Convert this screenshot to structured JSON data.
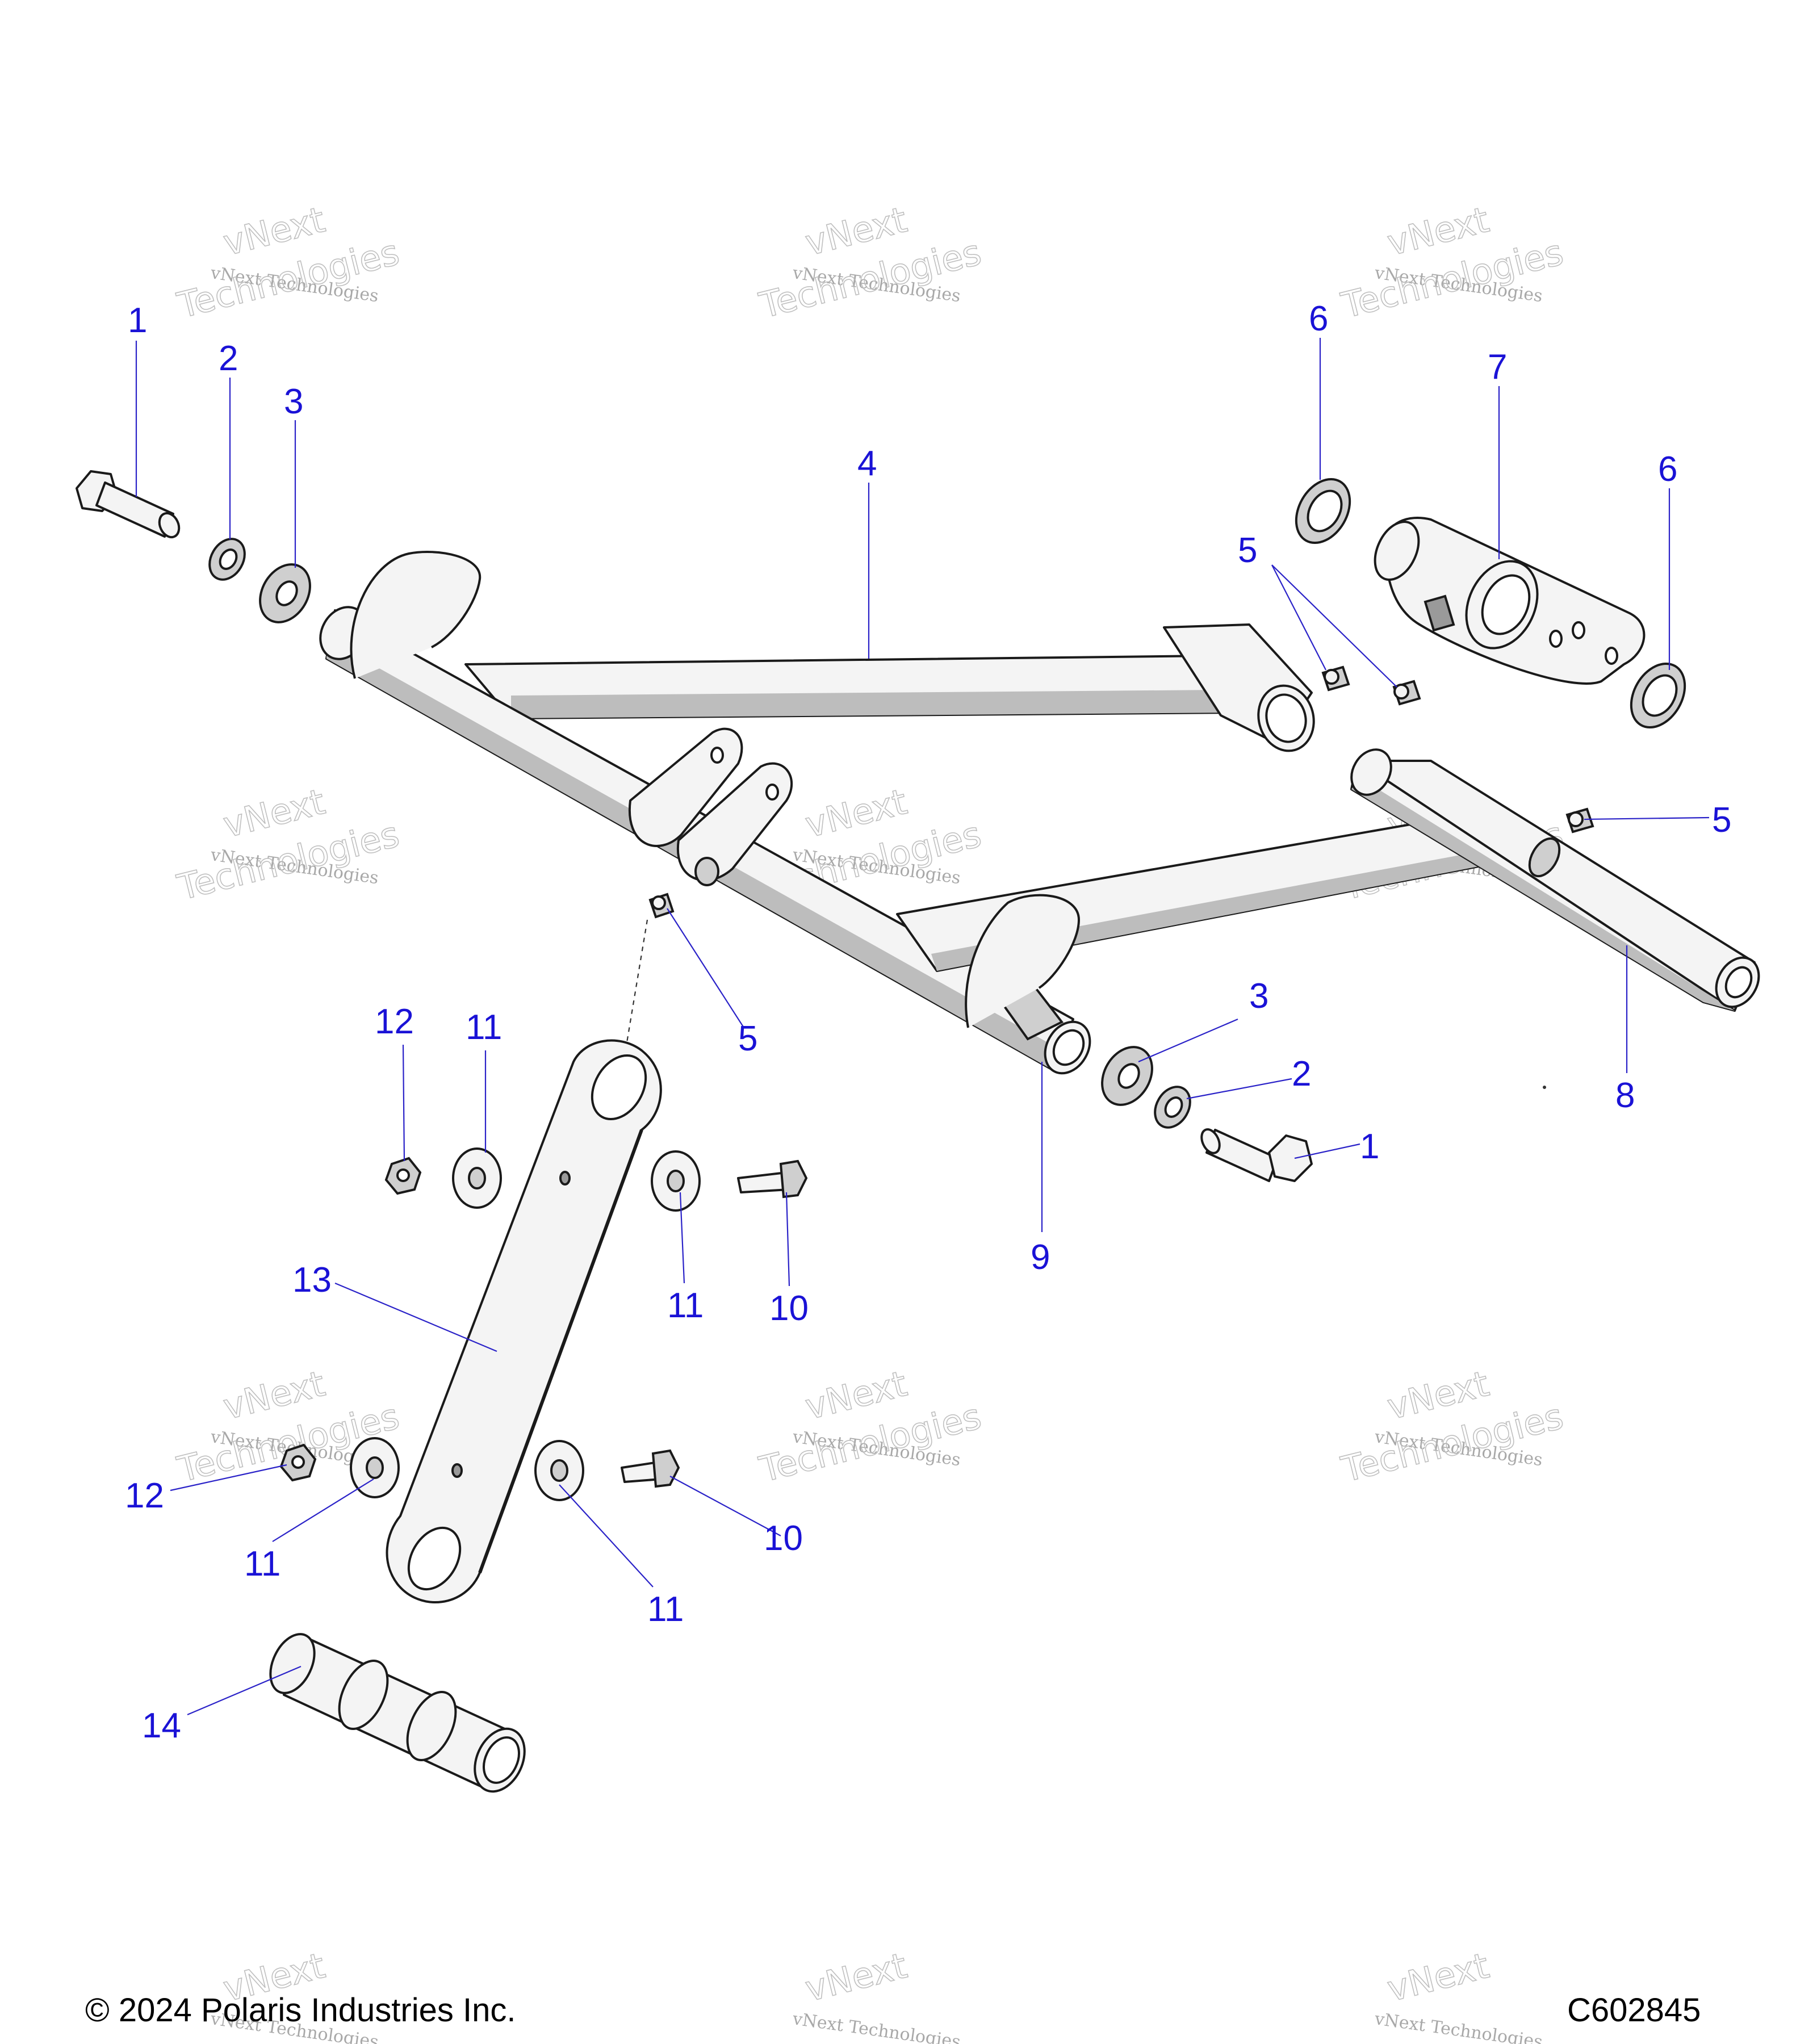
{
  "footer": {
    "copyright": "© 2024 Polaris Industries Inc.",
    "code": "C602845"
  },
  "watermark": {
    "line1": "vNext",
    "line2": "vNext Technologies",
    "line3": "Technologies"
  },
  "callouts": [
    {
      "id": "c1a",
      "label": "1"
    },
    {
      "id": "c2a",
      "label": "2"
    },
    {
      "id": "c3a",
      "label": "3"
    },
    {
      "id": "c4",
      "label": "4"
    },
    {
      "id": "c5a",
      "label": "5"
    },
    {
      "id": "c5b",
      "label": "5"
    },
    {
      "id": "c5c",
      "label": "5"
    },
    {
      "id": "c6a",
      "label": "6"
    },
    {
      "id": "c6b",
      "label": "6"
    },
    {
      "id": "c7",
      "label": "7"
    },
    {
      "id": "c3b",
      "label": "3"
    },
    {
      "id": "c2b",
      "label": "2"
    },
    {
      "id": "c1b",
      "label": "1"
    },
    {
      "id": "c8",
      "label": "8"
    },
    {
      "id": "c9",
      "label": "9"
    },
    {
      "id": "c12a",
      "label": "12"
    },
    {
      "id": "c11a",
      "label": "11"
    },
    {
      "id": "c11b",
      "label": "11"
    },
    {
      "id": "c10a",
      "label": "10"
    },
    {
      "id": "c13",
      "label": "13"
    },
    {
      "id": "c12b",
      "label": "12"
    },
    {
      "id": "c11c",
      "label": "11"
    },
    {
      "id": "c11d",
      "label": "11"
    },
    {
      "id": "c10b",
      "label": "10"
    },
    {
      "id": "c14",
      "label": "14"
    }
  ]
}
